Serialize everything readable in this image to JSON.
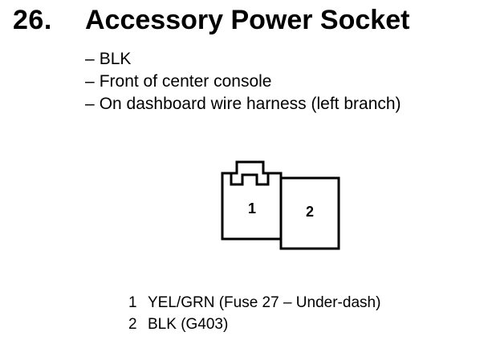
{
  "heading": {
    "number": "26.",
    "title": "Accessory Power Socket"
  },
  "details": [
    {
      "dash": "–",
      "text": "BLK"
    },
    {
      "dash": "–",
      "text": "Front of center console"
    },
    {
      "dash": "–",
      "text": "On dashboard wire harness (left branch)"
    }
  ],
  "connector": {
    "terminal_1": "1",
    "terminal_2": "2"
  },
  "pins": [
    {
      "num": "1",
      "desc": "YEL/GRN (Fuse 27 – Under-dash)"
    },
    {
      "num": "2",
      "desc": "BLK (G403)"
    }
  ]
}
